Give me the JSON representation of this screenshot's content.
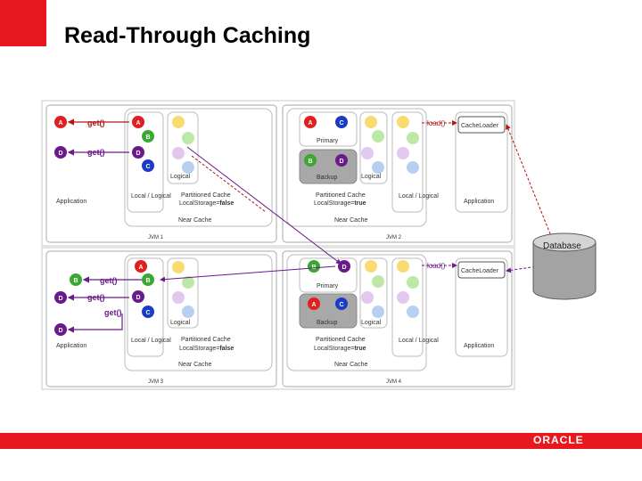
{
  "title": "Read-Through Caching",
  "logo": "ORACLE",
  "colors": {
    "accent_red": "#e8191e",
    "data_red": "#e02020",
    "data_green": "#3aa832",
    "data_purple": "#6a1a8a",
    "data_blue": "#1a3ac8",
    "ghost_yellow": "#f8dc70",
    "ghost_green": "#bde8a6",
    "ghost_blue": "#b8d0f0"
  },
  "labels": {
    "get": "get()",
    "load": "load()",
    "application": "Application",
    "local_logical": "Local / Logical",
    "partitioned_false": "Partitioned Cache",
    "localstorage_false_prefix": "LocalStorage=",
    "localstorage_false_value": "false",
    "localstorage_true_prefix": "LocalStorage=",
    "localstorage_true_value": "true",
    "near_cache": "Near Cache",
    "primary": "Primary",
    "backup": "Backup",
    "logical": "Logical",
    "cache_loader": "CacheLoader",
    "database": "Database",
    "jvm1": "JVM 1",
    "jvm2": "JVM 2",
    "jvm3": "JVM 3",
    "jvm4": "JVM 4",
    "a": "A",
    "b": "B",
    "c": "C",
    "d": "D"
  }
}
